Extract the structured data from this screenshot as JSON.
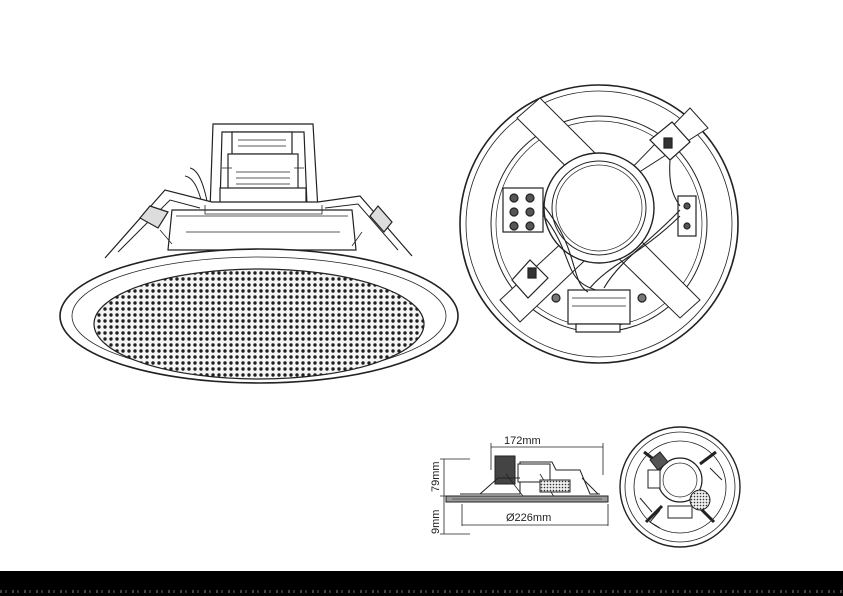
{
  "dimensions": {
    "width_label": "172mm",
    "height_label": "79mm",
    "depth_label": "9mm",
    "diameter_label": "Ø226mm"
  },
  "colors": {
    "line": "#222222",
    "background": "#ffffff",
    "bottom_bar": "#000000"
  }
}
